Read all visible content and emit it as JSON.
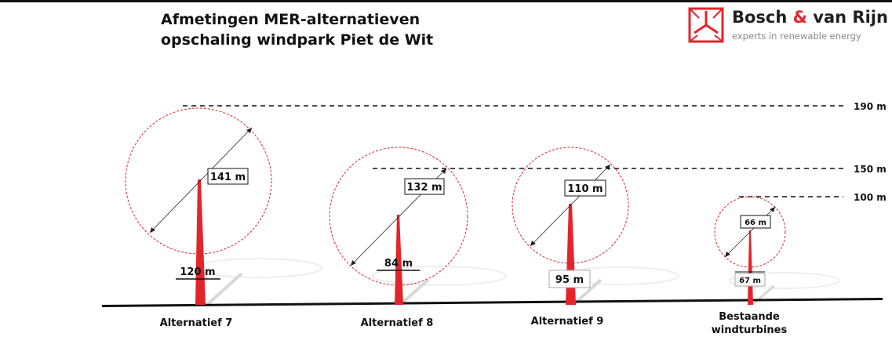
{
  "title": {
    "line1": "Afmetingen MER-alternatieven",
    "line2": "opschaling windpark Piet de Wit"
  },
  "logo": {
    "name_part1": "Bosch",
    "name_amp": "&",
    "name_part2": "van Rijn",
    "tagline": "experts in renewable energy",
    "icon": "turbine-logo-icon",
    "color": "#e3242b"
  },
  "height_levels": [
    {
      "label": "190 m"
    },
    {
      "label": "150 m"
    },
    {
      "label": "100 m"
    }
  ],
  "alternatives": [
    {
      "name": "Alternatief 7",
      "rotor_diameter": "141 m",
      "hub_height": "120 m"
    },
    {
      "name": "Alternatief 8",
      "rotor_diameter": "132 m",
      "hub_height": "84 m"
    },
    {
      "name": "Alternatief 9",
      "rotor_diameter": "110 m",
      "hub_height": "95 m"
    },
    {
      "name_line1": "Bestaande",
      "name_line2": "windturbines",
      "rotor_diameter": "66 m",
      "hub_height": "67 m"
    }
  ],
  "colors": {
    "tower": "#e3242b",
    "rotor_circle": "#e3242b",
    "text": "#111111"
  }
}
